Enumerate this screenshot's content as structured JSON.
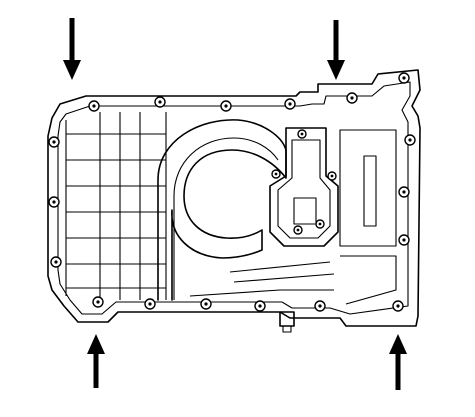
{
  "diagram": {
    "subject": "engine-oil-pan-diagram",
    "line_color": "#000000",
    "background": "#ffffff",
    "arrows": [
      {
        "name": "arrow-top-left",
        "direction": "down"
      },
      {
        "name": "arrow-top-right",
        "direction": "down"
      },
      {
        "name": "arrow-bottom-left",
        "direction": "up"
      },
      {
        "name": "arrow-bottom-right",
        "direction": "up"
      }
    ]
  }
}
